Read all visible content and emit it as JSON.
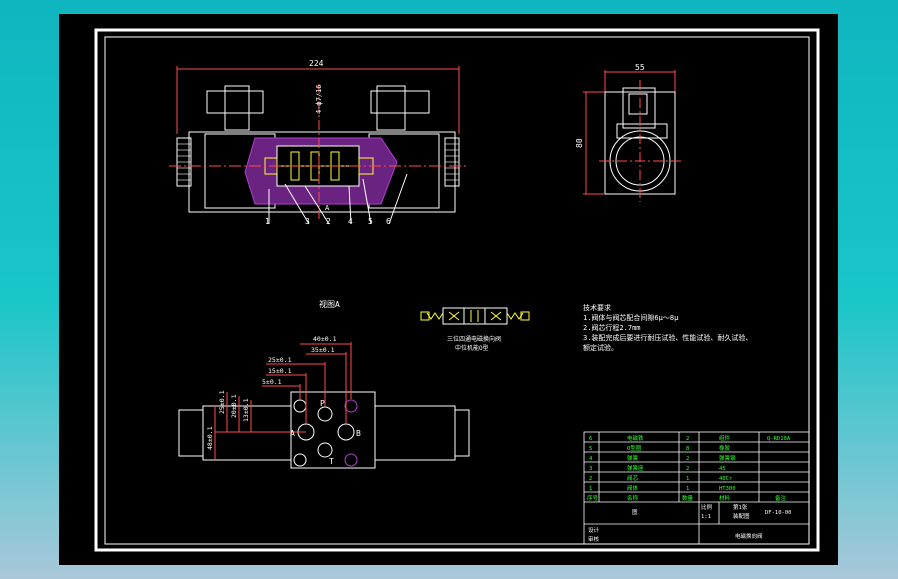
{
  "colors": {
    "background": "#17c0c6",
    "sheet": "#000000",
    "frame": "#ffffff",
    "lines": "#ffffff",
    "dim": "#ff4d4d",
    "hatch": "#b040d0",
    "highlight": "#ffff33",
    "text": "#ffffff",
    "tableText": "#33ff33"
  },
  "drawing": {
    "front": {
      "dim_total": "224",
      "dim_center": "4-ф7/16",
      "balloons": [
        "1",
        "3",
        "2",
        "4",
        "5",
        "6"
      ],
      "section_letter": "A"
    },
    "side": {
      "dim_width": "55",
      "dim_height": "80"
    },
    "viewA": {
      "title": "视图A",
      "dims": [
        "40±0.1",
        "35±0.1",
        "25±0.1",
        "15±0.1",
        "5±0.1",
        "25±0.1",
        "20±0.1",
        "13±0.1",
        "48±0.1"
      ],
      "ports": {
        "P": "P",
        "A": "A",
        "B": "B",
        "T": "T"
      }
    },
    "symbol": {
      "caption_1": "三位四通电磁换向阀",
      "caption_2": "中位机能O型"
    },
    "notes": {
      "title": "技术要求",
      "lines": [
        "1.阀体与阀芯配合间隙6μ～8μ",
        "2.阀芯行程2.7mm",
        "3.装配完成后要进行耐压试验、性能试验、耐久试验、",
        "额定试验。"
      ]
    }
  },
  "titleblock": {
    "rows": [
      {
        "no": "6",
        "name": "电磁铁",
        "qty": "2",
        "mat": "组件",
        "note": "Q-RD10A"
      },
      {
        "no": "5",
        "name": "O型圈",
        "qty": "8",
        "mat": "橡胶",
        "note": ""
      },
      {
        "no": "4",
        "name": "弹簧",
        "qty": "2",
        "mat": "弹簧钢",
        "note": ""
      },
      {
        "no": "3",
        "name": "弹簧座",
        "qty": "2",
        "mat": "45",
        "note": ""
      },
      {
        "no": "2",
        "name": "阀芯",
        "qty": "1",
        "mat": "40Cr",
        "note": ""
      },
      {
        "no": "1",
        "name": "阀体",
        "qty": "1",
        "mat": "HT300",
        "note": ""
      }
    ],
    "header": {
      "no": "序号",
      "name": "名称",
      "qty": "数量",
      "mat": "材料",
      "note": "备注"
    },
    "scale_label": "比例",
    "scale_value": "1:1",
    "sheet_label": "第1张",
    "drawing_name": "装配图",
    "design_label": "设计",
    "check_label": "审核",
    "title": "电磁换向阀",
    "code": "DF-10-00",
    "big_label": "图"
  }
}
